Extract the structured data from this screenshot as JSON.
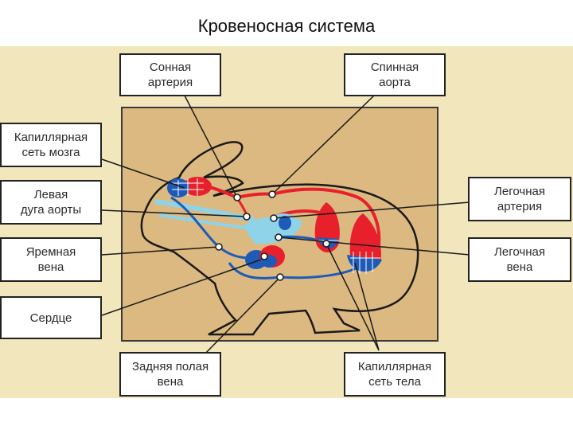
{
  "title": "Кровеносная система",
  "colors": {
    "background": "#f2e6bd",
    "panel": "#dcb981",
    "artery": "#e8202c",
    "vein": "#1e5bb8",
    "lymph": "#8fd3e8",
    "outline": "#1a1a1a"
  },
  "labels": {
    "carotid_artery": "Сонная\nартерия",
    "dorsal_aorta": "Спинная\nаорта",
    "brain_capillary_net": "Капиллярная\nсеть мозга",
    "left_aortic_arch": "Левая\nдуга аорты",
    "jugular_vein": "Яремная\nвена",
    "heart": "Сердце",
    "posterior_vena_cava": "Задняя полая\nвена",
    "body_capillary_net": "Капиллярная\nсеть тела",
    "pulmonary_artery": "Легочная\nартерия",
    "pulmonary_vein": "Легочная\nвена"
  }
}
